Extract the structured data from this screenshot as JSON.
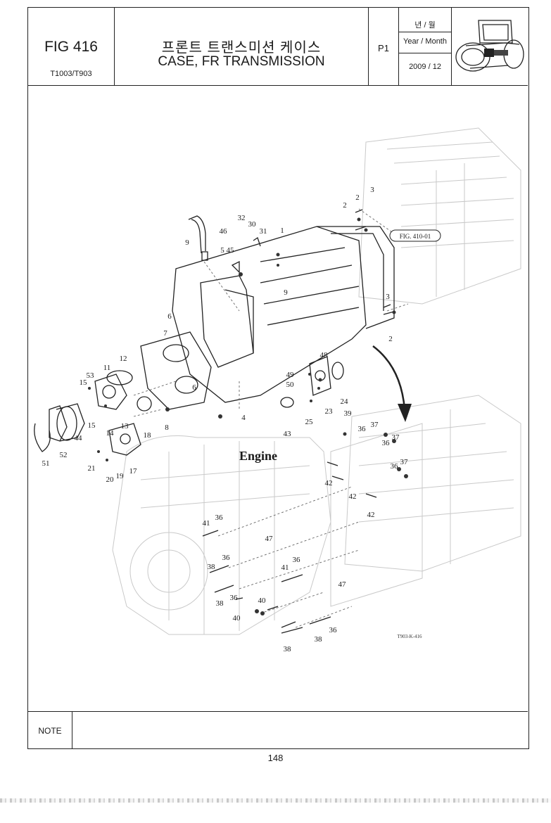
{
  "header": {
    "fig_number": "FIG 416",
    "model": "T1003/T903",
    "title_korean": "프론트 트랜스미션 케이스",
    "title_english": "CASE, FR TRANSMISSION",
    "page_code": "P1",
    "year_month_korean": "년 / 월",
    "year_month_label": "Year / Month",
    "date": "2009 / 12",
    "tractor_icon": "tractor-icon"
  },
  "diagram": {
    "engine_label": "Engine",
    "reference_label": "FIG. 410-01",
    "drawing_code": "T903-K-416",
    "callouts": [
      "1",
      "2",
      "2",
      "2",
      "3",
      "3",
      "4",
      "5",
      "6",
      "6",
      "7",
      "8",
      "9",
      "9",
      "11",
      "12",
      "13",
      "14",
      "15",
      "15",
      "17",
      "18",
      "19",
      "20",
      "21",
      "23",
      "24",
      "25",
      "30",
      "31",
      "32",
      "36",
      "36",
      "36",
      "36",
      "36",
      "36",
      "36",
      "36",
      "37",
      "37",
      "37",
      "38",
      "38",
      "38",
      "38",
      "39",
      "40",
      "40",
      "41",
      "41",
      "42",
      "42",
      "42",
      "43",
      "44",
      "45",
      "46",
      "47",
      "47",
      "48",
      "49",
      "50",
      "51",
      "52",
      "53"
    ]
  },
  "note": {
    "label": "NOTE",
    "text": ""
  },
  "footer": {
    "page_number": "148"
  }
}
